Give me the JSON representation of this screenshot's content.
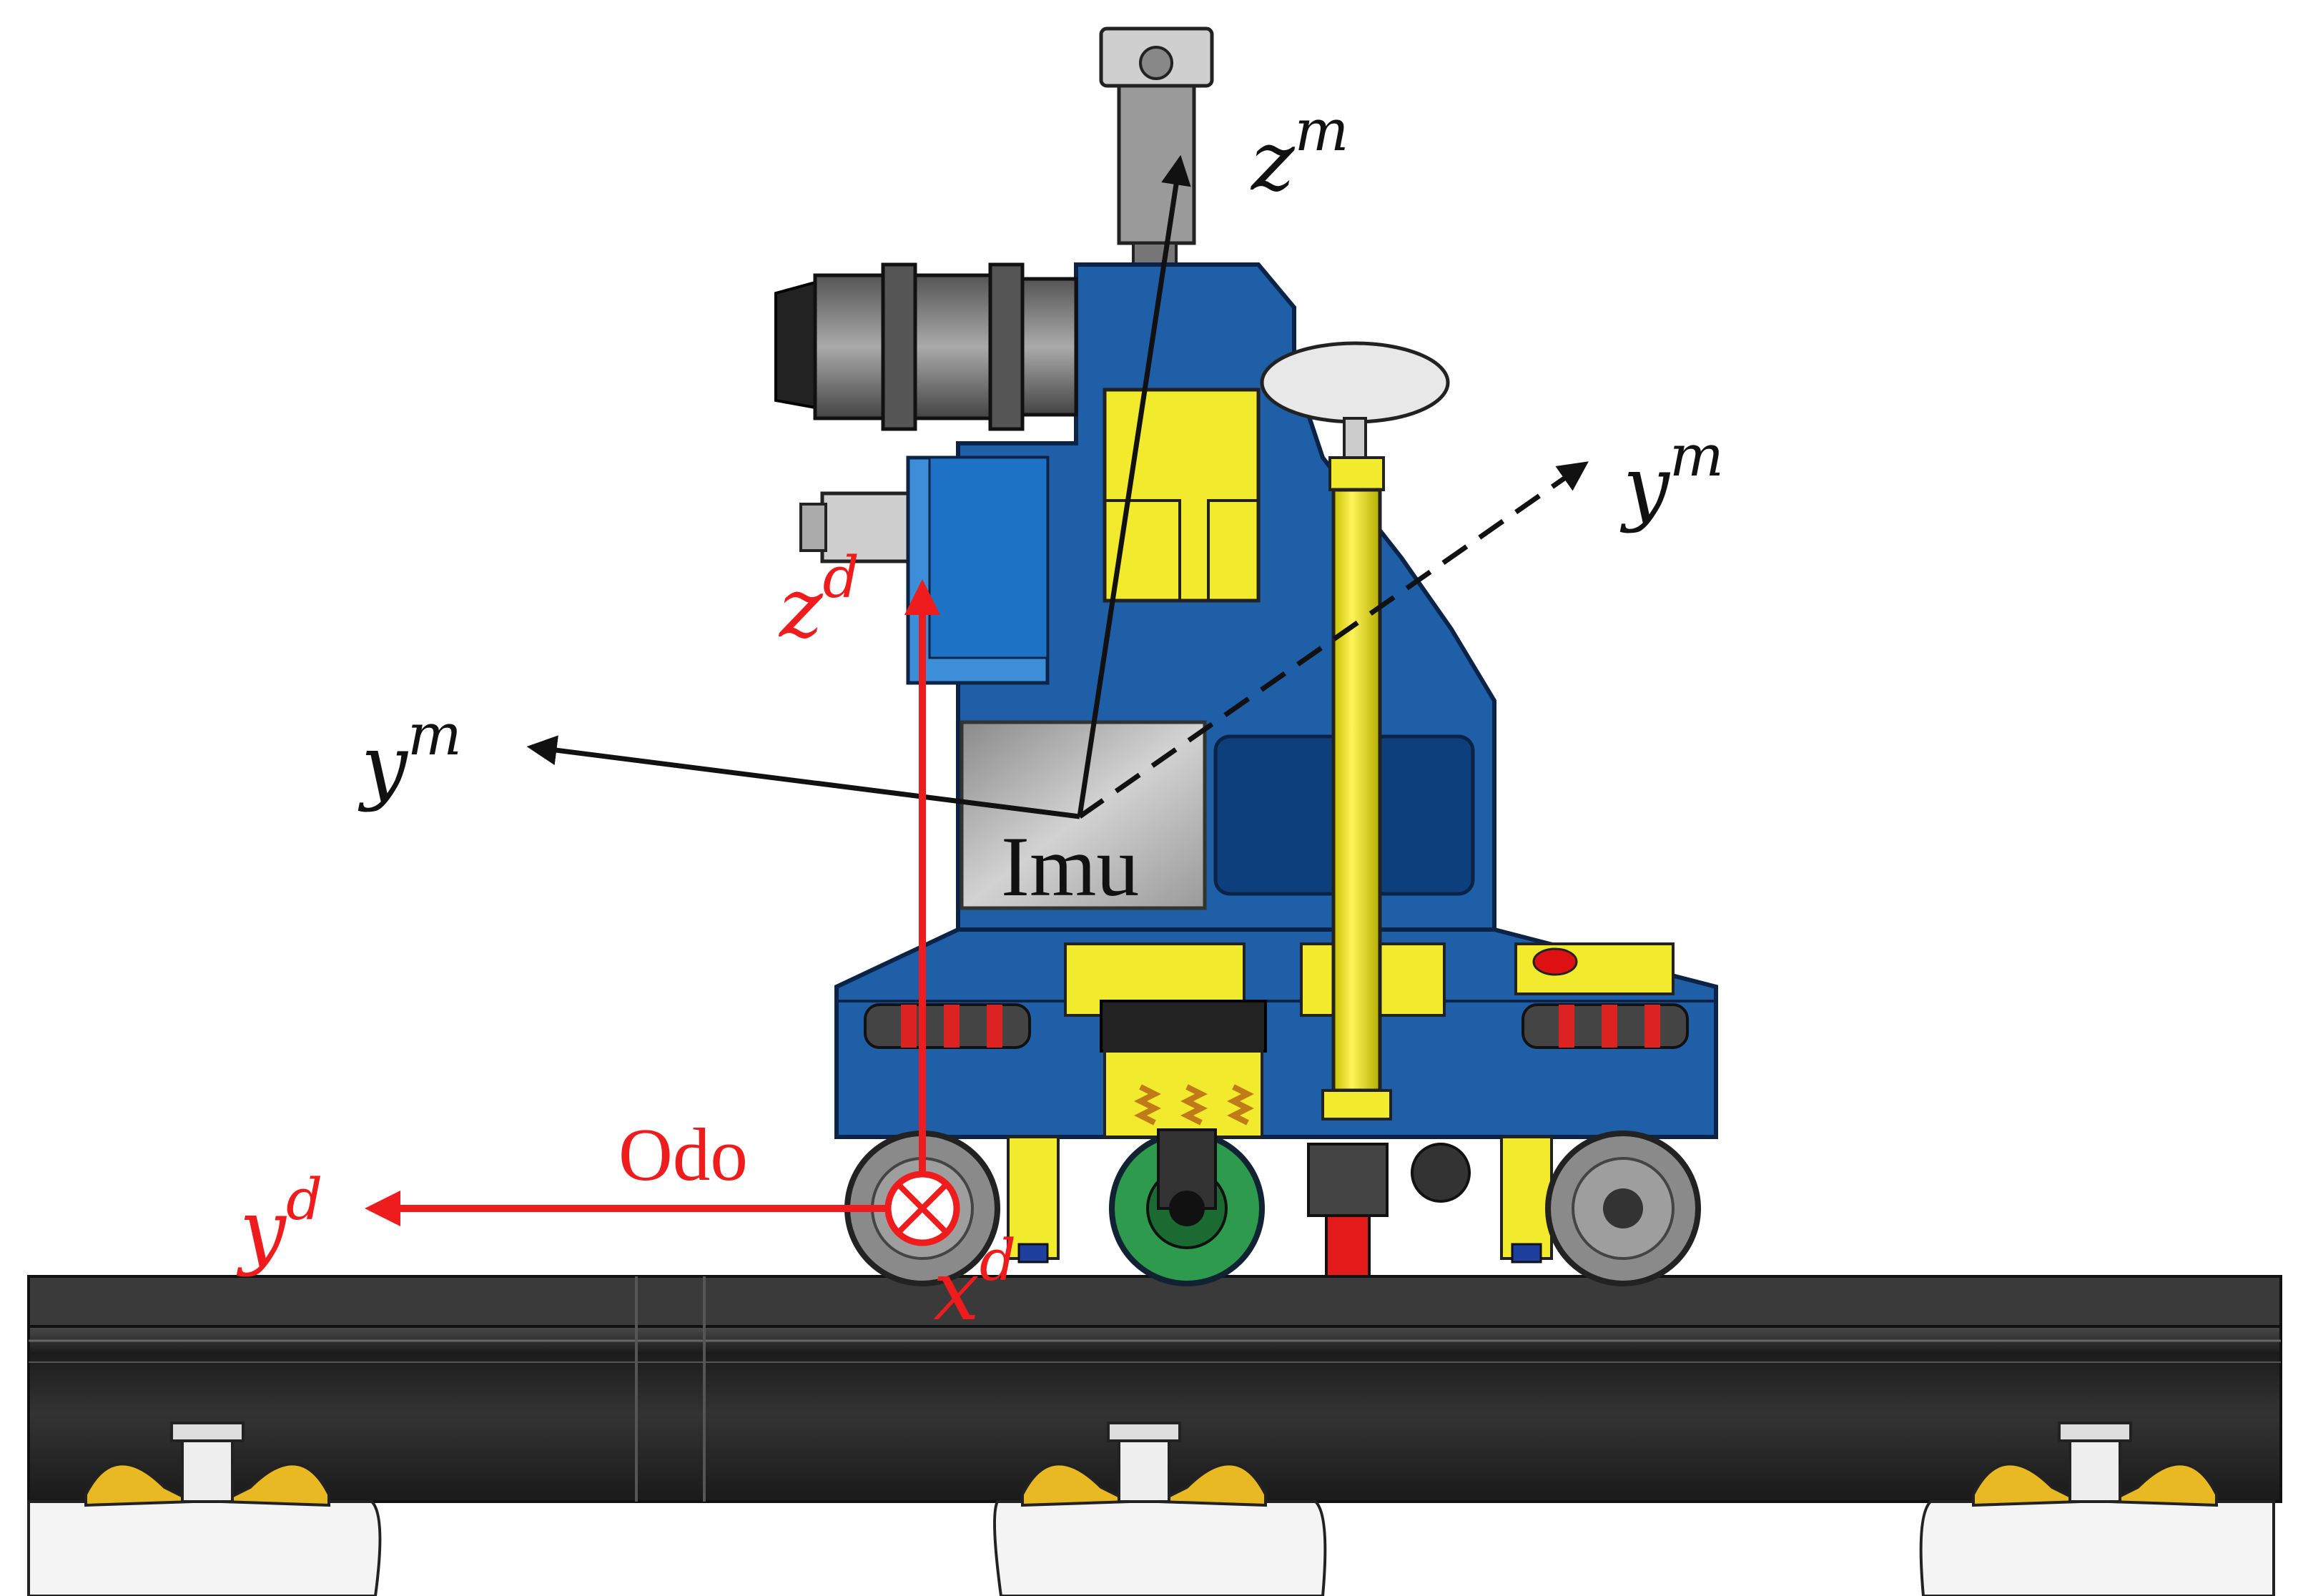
{
  "labels": {
    "z_m": {
      "base": "z",
      "sup": "m"
    },
    "y_m_right": {
      "base": "y",
      "sup": "m"
    },
    "y_m_left": {
      "base": "y",
      "sup": "m"
    },
    "z_d": {
      "base": "z",
      "sup": "d"
    },
    "y_d": {
      "base": "y",
      "sup": "d"
    },
    "x_d": {
      "base": "x",
      "sup": "d"
    },
    "imu": "Imu",
    "odo": "Odo"
  },
  "colors": {
    "body_blue": "#1f5fa8",
    "body_dark": "#123d73",
    "yellow": "#f2ea2c",
    "rail": "#2b2b2b",
    "red_axis": "#ee1c1c",
    "black_axis": "#111111",
    "green_wheel": "#2e9a4d",
    "imu_box": "#a9a9a9"
  }
}
